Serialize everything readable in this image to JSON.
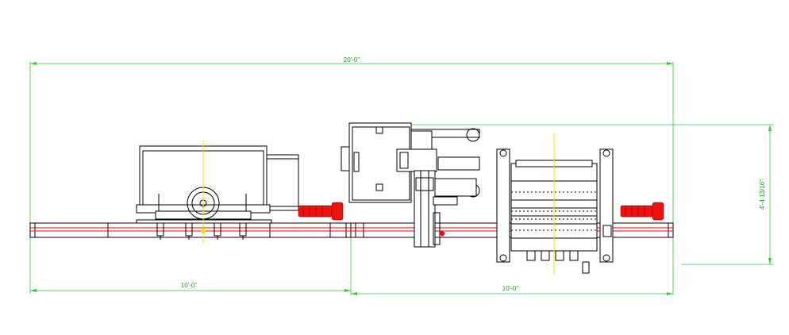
{
  "dimensions": {
    "overall_length": "20'-0\"",
    "left_section": "10'-0\"",
    "right_section": "10'-0\"",
    "height": "4'-4 13/16\""
  },
  "colors": {
    "dimension": "#33cc33",
    "centerline": "#e8e800",
    "rail": "#ff0000",
    "motor": "#ee1111",
    "outline": "#000000"
  }
}
